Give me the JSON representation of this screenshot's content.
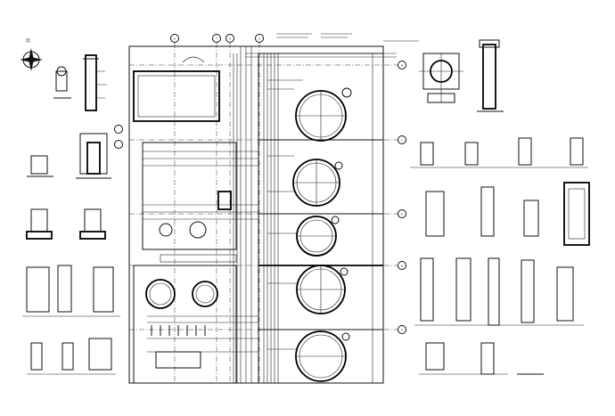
{
  "drawing": {
    "north_label": "北",
    "grid_row_labels": [
      "B",
      "C",
      "D",
      "E",
      "F"
    ],
    "grid_col_labels": [
      "6",
      "7",
      "8",
      "9"
    ],
    "annotation_text": ""
  },
  "colors": {
    "ink": "#111111",
    "paper": "#ffffff"
  }
}
